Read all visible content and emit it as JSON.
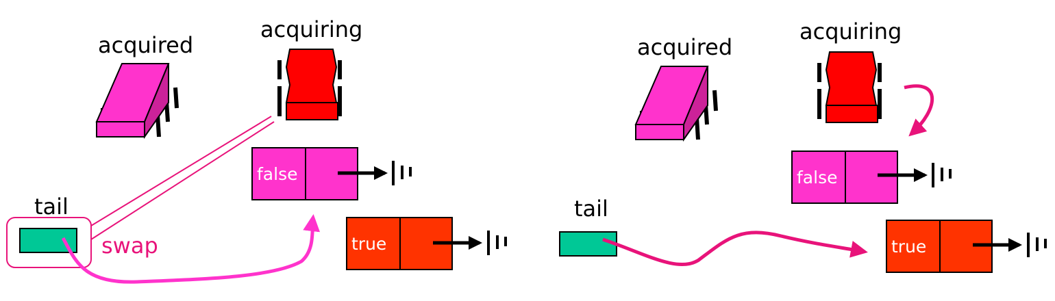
{
  "left_panel": {
    "acquired_label": "acquired",
    "acquiring_label": "acquiring",
    "tail_label": "tail",
    "swap_label": "swap",
    "false_node_label": "false",
    "true_node_label": "true"
  },
  "right_panel": {
    "acquired_label": "acquired",
    "acquiring_label": "acquiring",
    "tail_label": "tail",
    "false_node_label": "false",
    "true_node_label": "true"
  },
  "colors": {
    "acquired_chip": "#ff33cc",
    "acquiring_chip": "#ff0000",
    "false_node": "#ff33cc",
    "true_node": "#ff3300",
    "tail": "#00c896",
    "arrow_pink": "#e8137a",
    "arrow_magenta": "#ff33cc"
  },
  "icons": [
    "chip-icon",
    "null-pointer-icon"
  ]
}
